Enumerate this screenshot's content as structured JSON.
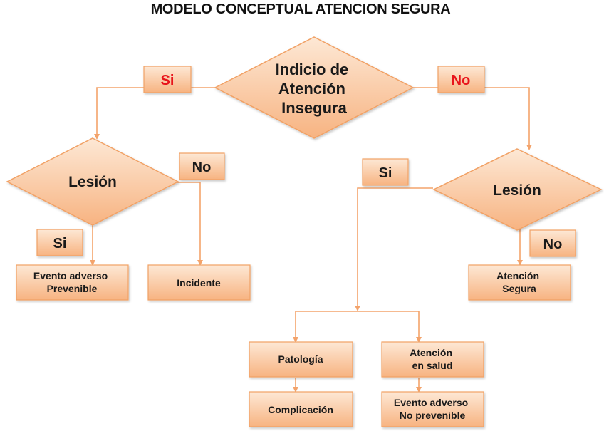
{
  "title": "MODELO CONCEPTUAL ATENCION SEGURA",
  "nodes": {
    "root": {
      "lines": [
        "Indicio de",
        "Atención",
        "Insegura"
      ]
    },
    "lesion_left": {
      "lines": [
        "Lesión"
      ]
    },
    "lesion_right": {
      "lines": [
        "Lesión"
      ]
    },
    "evento_prevenible": {
      "lines": [
        "Evento adverso",
        "Prevenible"
      ]
    },
    "incidente": {
      "lines": [
        "Incidente"
      ]
    },
    "atencion_segura": {
      "lines": [
        "Atención",
        "Segura"
      ]
    },
    "patologia": {
      "lines": [
        "Patología"
      ]
    },
    "complicacion": {
      "lines": [
        "Complicación"
      ]
    },
    "atencion_salud": {
      "lines": [
        "Atención",
        "en salud"
      ]
    },
    "evento_no_prevenible": {
      "lines": [
        "Evento adverso",
        "No prevenible"
      ]
    }
  },
  "labels": {
    "root_si": "Si",
    "root_no": "No",
    "left_no": "No",
    "left_si": "Si",
    "right_si": "Si",
    "right_no": "No"
  },
  "colors": {
    "fill_light": "#fde6d2",
    "fill_dark": "#f7b584",
    "stroke": "#f1a165",
    "connector": "#f3a36b",
    "label_red": "#e8141b"
  }
}
